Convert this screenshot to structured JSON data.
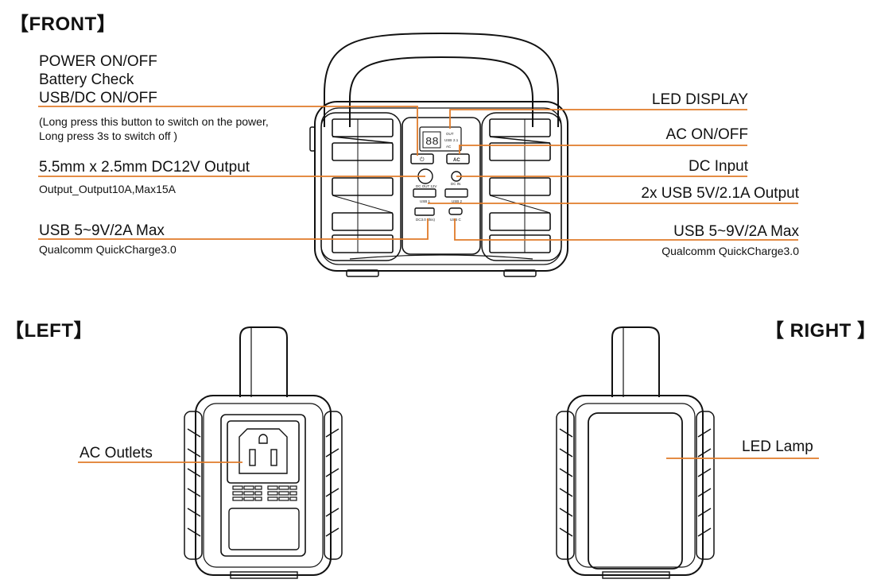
{
  "sections": {
    "front": "【FRONT】",
    "left": "【LEFT】",
    "right": "【 RIGHT 】"
  },
  "front_labels": {
    "power_line1": "POWER ON/OFF",
    "power_line2": "Battery Check",
    "power_line3": "USB/DC ON/OFF",
    "power_note": "(Long press this button to switch on the power, Long press 3s to switch off )",
    "dc_output": "5.5mm x 2.5mm DC12V Output",
    "dc_output_sub": "Output_Output10A,Max15A",
    "usb_qc_left": "USB 5~9V/2A Max",
    "usb_qc_left_sub": "Qualcomm QuickCharge3.0",
    "led_display": "LED DISPLAY",
    "ac_onoff": "AC ON/OFF",
    "dc_input": "DC Input",
    "usb_2x": "2x USB 5V/2.1A Output",
    "usb_qc_right": "USB 5~9V/2A Max",
    "usb_qc_right_sub": "Qualcomm QuickCharge3.0"
  },
  "panel_text": {
    "ac_button": "AC",
    "dc_out": "DC OUT 12V",
    "dc_in": "DC IN",
    "usb1": "USB 1",
    "usb2": "USB 2",
    "dc_qc": "DC3.0 (this)",
    "usb_c": "USB C",
    "disp_usb": "USB",
    "disp_ac": "AC",
    "disp_out": "OUT",
    "disp_val": "2.1"
  },
  "side_labels": {
    "ac_outlets": "AC Outlets",
    "led_lamp": "LED Lamp"
  },
  "colors": {
    "leader_line": "#e07b2a",
    "outline": "#111111"
  }
}
